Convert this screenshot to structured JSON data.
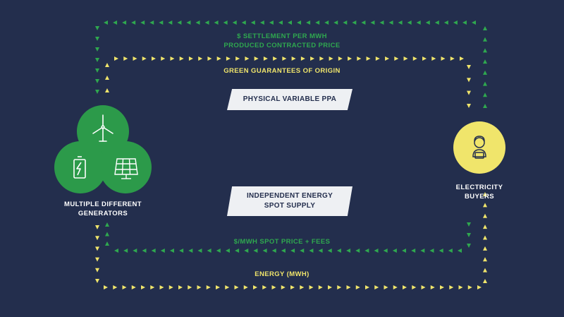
{
  "flows": {
    "settlement_line1": "$ SETTLEMENT PER MWh",
    "settlement_line2": "PRODUCED CONTRACTED PRICE",
    "guarantees": "GREEN GUARANTEES OF ORIGIN",
    "spot_price": "$/MWh SPOT PRICE + FEES",
    "energy": "ENERGY (MWh)"
  },
  "banners": {
    "physical_ppa": "PHYSICAL VARIABLE PPA",
    "spot_supply_line1": "INDEPENDENT ENERGY",
    "spot_supply_line2": "SPOT SUPPLY"
  },
  "generators": {
    "label_line1": "MULTIPLE DIFFERENT",
    "label_line2": "GENERATORS",
    "icons": [
      "wind-turbine-icon",
      "battery-icon",
      "solar-panel-icon"
    ]
  },
  "buyers": {
    "label_line1": "ELECTRICITY",
    "label_line2": "BUYERS",
    "icon": "person-icon"
  },
  "colors": {
    "background": "#232e4d",
    "green": "#2fa84f",
    "yellow": "#f0e56b",
    "banner": "#eef0f3"
  }
}
